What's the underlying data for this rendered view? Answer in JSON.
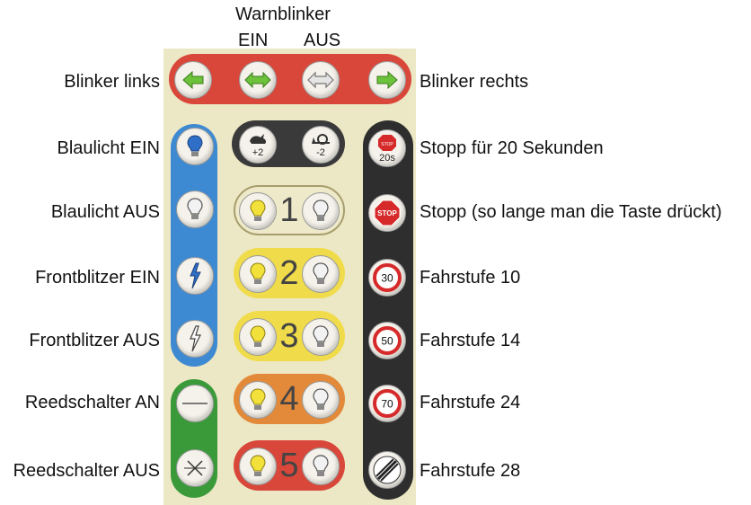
{
  "header": {
    "title": "Warnblinker",
    "ein": "EIN",
    "aus": "AUS"
  },
  "labels_left": [
    "Blinker links",
    "Blaulicht EIN",
    "Blaulicht AUS",
    "Frontblitzer EIN",
    "Frontblitzer AUS",
    "Reedschalter AN",
    "Reedschalter AUS"
  ],
  "labels_right": [
    "Blinker rechts",
    "Stopp für 20 Sekunden",
    "Stopp (so lange man die Taste drückt)",
    "Fahrstufe 10",
    "Fahrstufe 14",
    "Fahrstufe 24",
    "Fahrstufe 28"
  ],
  "buttons": {
    "plus": "+2",
    "minus": "-2",
    "stop_top": "STOP",
    "stop_20": "20s",
    "stop": "STOP",
    "speed": [
      "30",
      "50",
      "70"
    ]
  },
  "rows": [
    "1",
    "2",
    "3",
    "4",
    "5"
  ],
  "colors": {
    "panel": "#ece7c4",
    "red": "#d8473a",
    "dark": "#2e2e2e",
    "blue": "#3e8ad2",
    "green": "#3a9a3a",
    "yellow": "#f0dc4a",
    "orange": "#e38a3a",
    "arrow_green": "#6cc23a"
  }
}
